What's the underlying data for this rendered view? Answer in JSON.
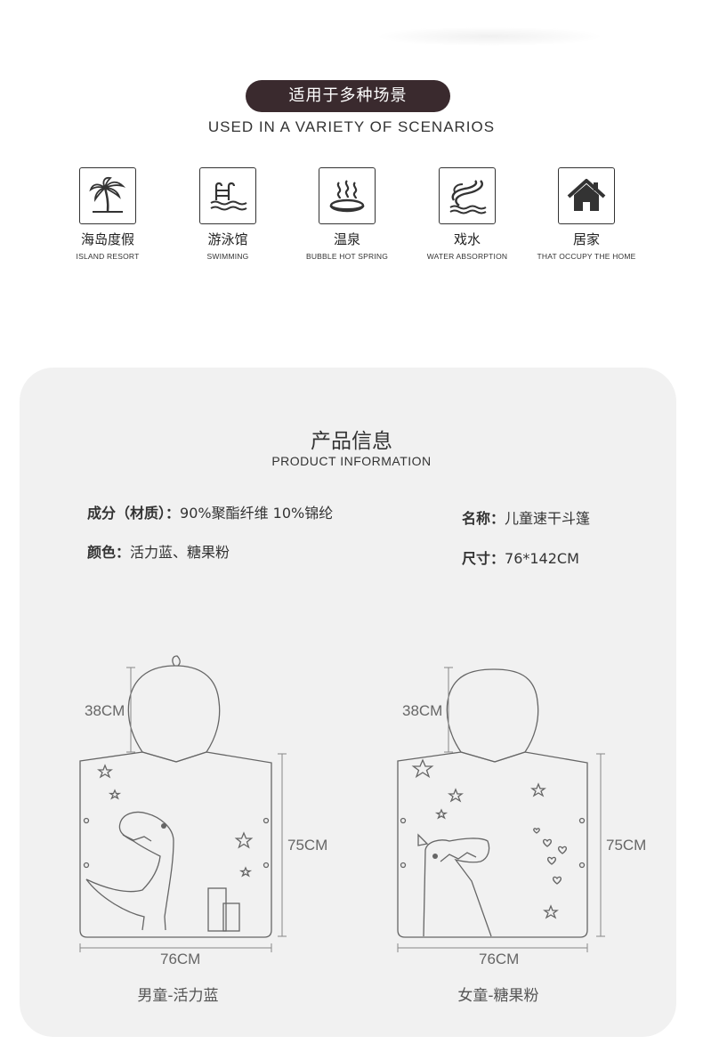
{
  "header": {
    "pill_text": "适用于多种场景",
    "subtitle": "USED IN A VARIETY OF SCENARIOS"
  },
  "scenarios": [
    {
      "icon": "palm-tree-icon",
      "cn": "海岛度假",
      "en": "ISLAND RESORT"
    },
    {
      "icon": "pool-ladder-icon",
      "cn": "游泳馆",
      "en": "SWIMMING"
    },
    {
      "icon": "hot-spring-icon",
      "cn": "温泉",
      "en": "BUBBLE HOT SPRING"
    },
    {
      "icon": "water-slide-icon",
      "cn": "戏水",
      "en": "WATER ABSORPTION"
    },
    {
      "icon": "home-icon",
      "cn": "居家",
      "en": "THAT OCCUPY THE HOME"
    }
  ],
  "product": {
    "title": "产品信息",
    "subtitle": "PRODUCT INFORMATION",
    "material_label": "成分（材质）：",
    "material_value": "90%聚酯纤维  10%锦纶",
    "color_label": "颜色：",
    "color_value": "活力蓝、糖果粉",
    "name_label": "名称：",
    "name_value": "儿童速干斗篷",
    "size_label": "尺寸：",
    "size_value": "76*142CM"
  },
  "diagrams": [
    {
      "hood": "38CM",
      "body": "75CM",
      "width": "76CM",
      "caption": "男童-活力蓝"
    },
    {
      "hood": "38CM",
      "body": "75CM",
      "width": "76CM",
      "caption": "女童-糖果粉"
    }
  ],
  "colors": {
    "pill_bg": "#3a2a2e",
    "panel_bg": "#f1f1f1"
  }
}
